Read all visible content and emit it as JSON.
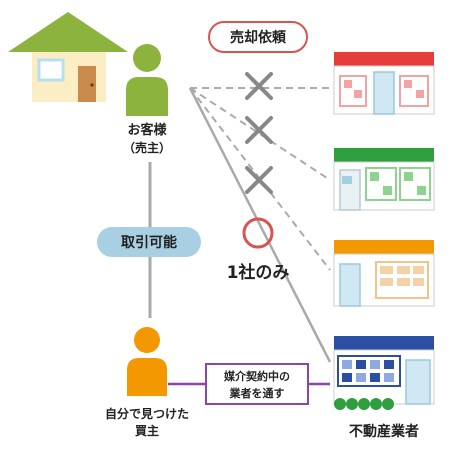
{
  "labels": {
    "sale_request": "売却依頼",
    "customer": "お客様",
    "customer_sub": "（売主）",
    "tradable": "取引可能",
    "one_company_only": "1社のみ",
    "self_found_buyer_line1": "自分で見つけた",
    "self_found_buyer_line2": "買主",
    "via_agent_line1": "媒介契約中の",
    "via_agent_line2": "業者を通す",
    "real_estate_agents": "不動産業者"
  },
  "colors": {
    "house_roof": "#8cb33e",
    "house_wall": "#fbeec4",
    "customer_figure": "#8cb33e",
    "buyer_figure": "#f39800",
    "request_badge_border": "#d9534f",
    "tradable_badge": "#a9cfe3",
    "via_agent_border": "#8e44ad",
    "cross_mark": "#888888",
    "circle_mark": "#d9534f",
    "store1_roof": "#e73c3c",
    "store2_roof": "#2e9e3e",
    "store3_roof": "#f39800",
    "store4_roof": "#2b4fa3"
  },
  "icons": [
    "house-icon",
    "person-icon",
    "store-icon",
    "cross-icon",
    "circle-icon"
  ]
}
